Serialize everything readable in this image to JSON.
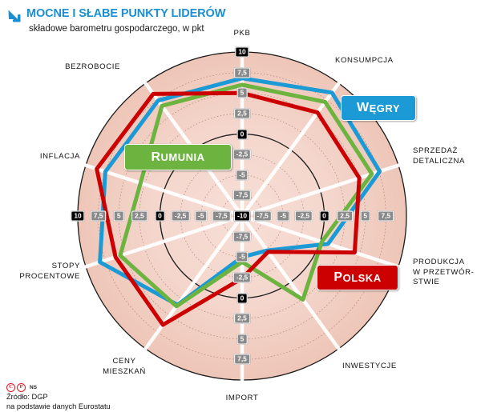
{
  "header": {
    "title": "MOCNE I SŁABE PUNKTY LIDERÓW",
    "subtitle": "składowe barometru gospodarczego,\nw pkt",
    "arrow_icon": "arrow-down-right-icon",
    "accent": "#1a8fd1"
  },
  "footer": {
    "copyright_c": "C",
    "copyright_p": "P",
    "ns": "NS",
    "source": "Źródło: DGP\nna podstawie danych Eurostatu"
  },
  "legend": [
    {
      "name": "WĘGRY",
      "color": "#1c9ad6",
      "first": "W",
      "rest": "ĘGRY"
    },
    {
      "name": "RUMUNIA",
      "color": "#6cb33f",
      "first": "R",
      "rest": "UMUNIA"
    },
    {
      "name": "POLSKA",
      "color": "#cc0000",
      "first": "P",
      "rest": "OLSKA"
    }
  ],
  "axis_scale": {
    "labels_outward": [
      "10",
      "7,5",
      "5",
      "2,5",
      "0",
      "-2,5",
      "-5",
      "-7,5",
      "-10"
    ],
    "center_value": "-10",
    "min": -10,
    "max": 10,
    "step": 2.5
  },
  "chart_data": {
    "type": "radar",
    "title": "MOCNE I SŁABE PUNKTY LIDERÓW",
    "subtitle": "składowe barometru gospodarczego, w pkt",
    "unit": "pkt",
    "rlim": [
      -10,
      10
    ],
    "rticks": [
      -10,
      -7.5,
      -5,
      -2.5,
      0,
      2.5,
      5,
      7.5,
      10
    ],
    "grid": true,
    "legend_position": "inside",
    "categories": [
      "PKB",
      "KONSUMPCJA",
      "SPRZEDAŻ\nDETALICZNA",
      "PRODUKCJA\nW PRZETWÓR-\nSTWIE",
      "INWESTYCJE",
      "IMPORT",
      "CENY\nMIESZKAŃ",
      "STOPY\nPROCENTOWE",
      "INFLACJA",
      "BEZROBOCIE"
    ],
    "series": [
      {
        "name": "WĘGRY",
        "color": "#1c9ad6",
        "values": [
          6.8,
          8.6,
          7.6,
          1.0,
          -4.8,
          -5.0,
          3.4,
          8.2,
          7.5,
          7.4
        ]
      },
      {
        "name": "RUMUNIA",
        "color": "#6cb33f",
        "values": [
          6.0,
          7.2,
          6.6,
          0.2,
          2.6,
          -4.4,
          3.6,
          5.6,
          3.0,
          6.6
        ]
      },
      {
        "name": "POLSKA",
        "color": "#cc0000",
        "values": [
          5.0,
          5.6,
          5.0,
          4.4,
          -4.6,
          -2.4,
          6.4,
          6.2,
          8.6,
          8.4
        ]
      }
    ]
  }
}
